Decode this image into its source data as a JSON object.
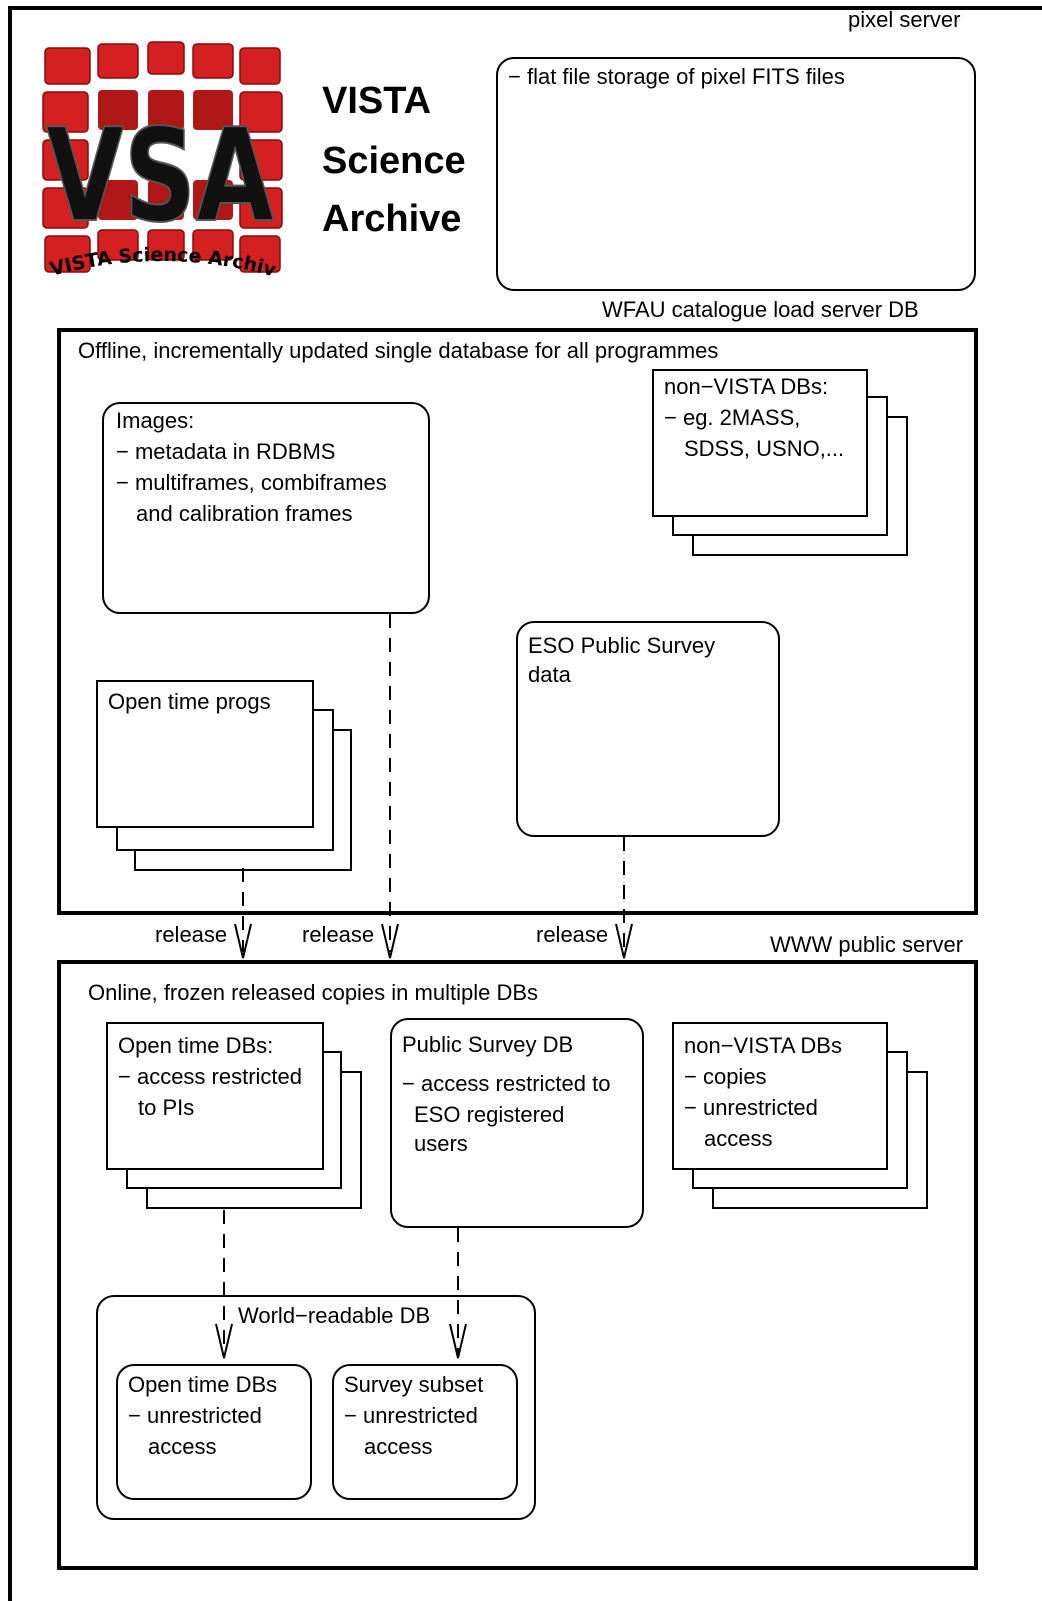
{
  "labels": {
    "pixel_server": "pixel server",
    "wfau_server": "WFAU catalogue load server DB",
    "www_server": "WWW public server"
  },
  "logo": {
    "letters": "VSA",
    "ring_text": "VISTA Science Archive",
    "colors": {
      "red": "#d42020",
      "black": "#000000"
    }
  },
  "title": {
    "line1": "VISTA",
    "line2": "Science",
    "line3": "Archive"
  },
  "pixel_box": {
    "line1": "− flat file storage of pixel FITS files"
  },
  "offline": {
    "heading": "Offline, incrementally updated single database for all programmes",
    "images": {
      "title": "Images:",
      "l1": "− metadata in RDBMS",
      "l2": "− multiframes, combiframes",
      "l3": "and calibration frames"
    },
    "nonvista": {
      "l1": "non−VISTA DBs:",
      "l2": "− eg. 2MASS,",
      "l3": "SDSS, USNO,..."
    },
    "open_time": {
      "l1": "Open time progs"
    },
    "eso": {
      "l1": "ESO Public Survey",
      "l2": "data"
    }
  },
  "release": {
    "a": "release",
    "b": "release",
    "c": "release"
  },
  "online": {
    "heading": "Online, frozen released copies in multiple DBs",
    "open_time": {
      "l1": "Open time DBs:",
      "l2": "− access restricted",
      "l3": "to PIs"
    },
    "public_survey": {
      "l1": "Public Survey DB",
      "l2": "− access restricted to",
      "l3": "ESO registered",
      "l4": "users"
    },
    "nonvista": {
      "l1": "non−VISTA DBs",
      "l2": "− copies",
      "l3": "− unrestricted",
      "l4": "access"
    },
    "world": {
      "heading": "World−readable DB",
      "open_time": {
        "l1": "Open time DBs",
        "l2": "− unrestricted",
        "l3": "access"
      },
      "survey": {
        "l1": "Survey subset",
        "l2": "− unrestricted",
        "l3": "access"
      }
    }
  }
}
